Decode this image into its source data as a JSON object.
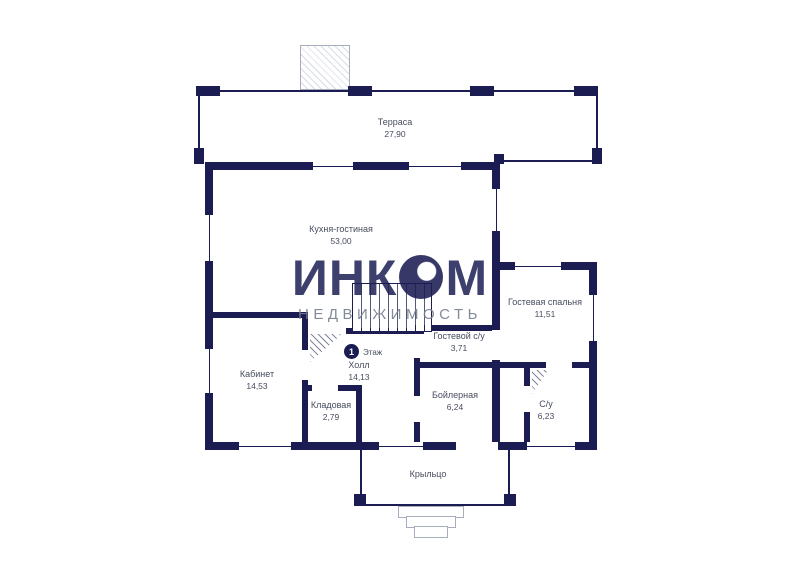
{
  "watermark": {
    "brand_part1": "ИНК",
    "brand_o": "О",
    "brand_part2": "М",
    "subtitle": "НЕДВИЖИМОСТЬ"
  },
  "floor_badge": {
    "number": "1",
    "label": "Этаж"
  },
  "rooms": {
    "terrace": {
      "name": "Терраса",
      "area": "27,90"
    },
    "kitchen_living": {
      "name": "Кухня-гостиная",
      "area": "53,00"
    },
    "guest_bedroom": {
      "name": "Гостевая спальня",
      "area": "11,51"
    },
    "guest_wc": {
      "name": "Гостевой с/у",
      "area": "3,71"
    },
    "office": {
      "name": "Кабинет",
      "area": "14,53"
    },
    "hall": {
      "name": "Холл",
      "area": "14,13"
    },
    "pantry": {
      "name": "Кладовая",
      "area": "2,79"
    },
    "boiler": {
      "name": "Бойлерная",
      "area": "6,24"
    },
    "bathroom": {
      "name": "С/у",
      "area": "6,23"
    },
    "porch": {
      "name": "Крыльцо"
    }
  },
  "colors": {
    "wall": "#1b1d52",
    "text": "#474c5e",
    "watermark_brand": "#1b1d52",
    "watermark_subtitle": "#767e8e"
  }
}
